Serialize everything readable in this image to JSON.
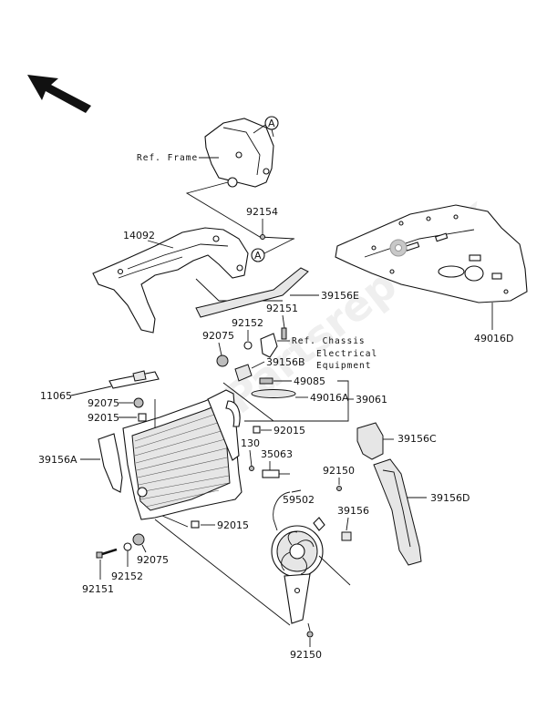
{
  "watermark": "Partsrepublik",
  "labels": {
    "ref_frame": "Ref. Frame",
    "callout_a": "A",
    "p92154": "92154",
    "p14092": "14092",
    "p39156E": "39156E",
    "p49016D": "49016D",
    "p92151_top": "92151",
    "p92152_top": "92152",
    "p92075_top": "92075",
    "ref_chassis_1": "Ref. Chassis",
    "ref_chassis_2": "Electrical",
    "ref_chassis_3": "Equipment",
    "p39156B": "39156B",
    "p49085": "49085",
    "p49016A": "49016A",
    "p39061": "39061",
    "p11065": "11065",
    "p92075_mid": "92075",
    "p92015_left": "92015",
    "p92015_right": "92015",
    "p130": "130",
    "p35063": "35063",
    "p39156C": "39156C",
    "p39156A": "39156A",
    "p92150_top": "92150",
    "p59502": "59502",
    "p39156": "39156",
    "p39156D": "39156D",
    "p92015_bottom": "92015",
    "p92075_bottom": "92075",
    "p92152_bottom": "92152",
    "p92151_bottom": "92151",
    "p92150_bottom": "92150"
  }
}
